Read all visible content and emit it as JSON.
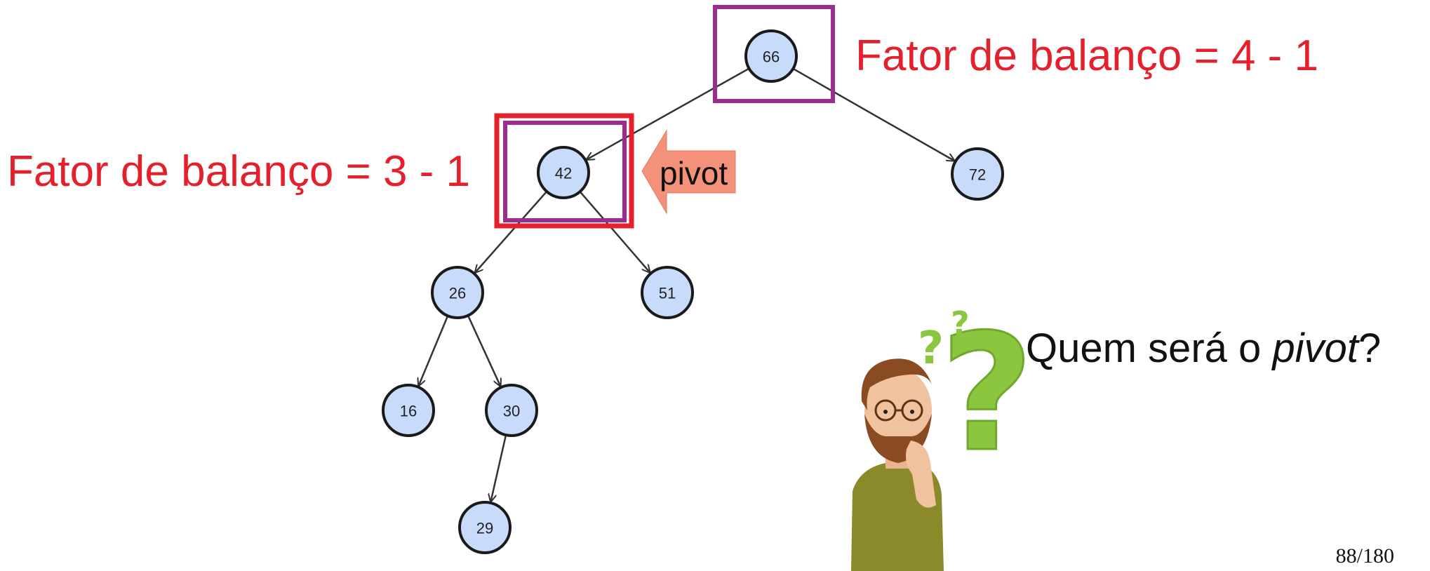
{
  "tree": {
    "nodes": [
      {
        "id": "n66",
        "label": "66"
      },
      {
        "id": "n42",
        "label": "42"
      },
      {
        "id": "n72",
        "label": "72"
      },
      {
        "id": "n26",
        "label": "26"
      },
      {
        "id": "n51",
        "label": "51"
      },
      {
        "id": "n16",
        "label": "16"
      },
      {
        "id": "n30",
        "label": "30"
      },
      {
        "id": "n29",
        "label": "29"
      }
    ],
    "edges": [
      [
        "n66",
        "n42"
      ],
      [
        "n66",
        "n72"
      ],
      [
        "n42",
        "n26"
      ],
      [
        "n42",
        "n51"
      ],
      [
        "n26",
        "n16"
      ],
      [
        "n26",
        "n30"
      ],
      [
        "n30",
        "n29"
      ]
    ]
  },
  "annotations": {
    "root_balance": "Fator de balanço = 4 - 1",
    "left_balance": "Fator de balanço = 3 - 1",
    "pivot_label": "pivot"
  },
  "question": {
    "prefix": "Quem será o ",
    "emphasis": "pivot",
    "suffix": "?"
  },
  "page_number": "88/180",
  "colors": {
    "node_fill": "#c9dbfb",
    "node_stroke": "#1a1a1a",
    "edge": "#333333",
    "highlight_purple": "#9b2d8f",
    "highlight_red": "#e3202b",
    "annotation_text": "#e3202b",
    "pivot_arrow": "#f4917a"
  },
  "icons": {
    "thinking_person": "thinking-man-illustration",
    "question_marks": "question-mark-icons"
  }
}
